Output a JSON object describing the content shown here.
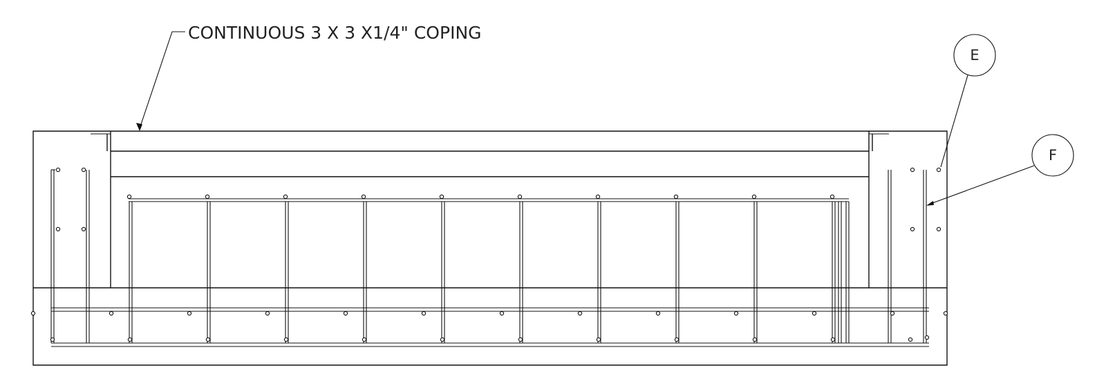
{
  "callouts": {
    "coping_note": "CONTINUOUS 3 X 3 X1/4\" COPING",
    "marker_e": "E",
    "marker_f": "F"
  }
}
